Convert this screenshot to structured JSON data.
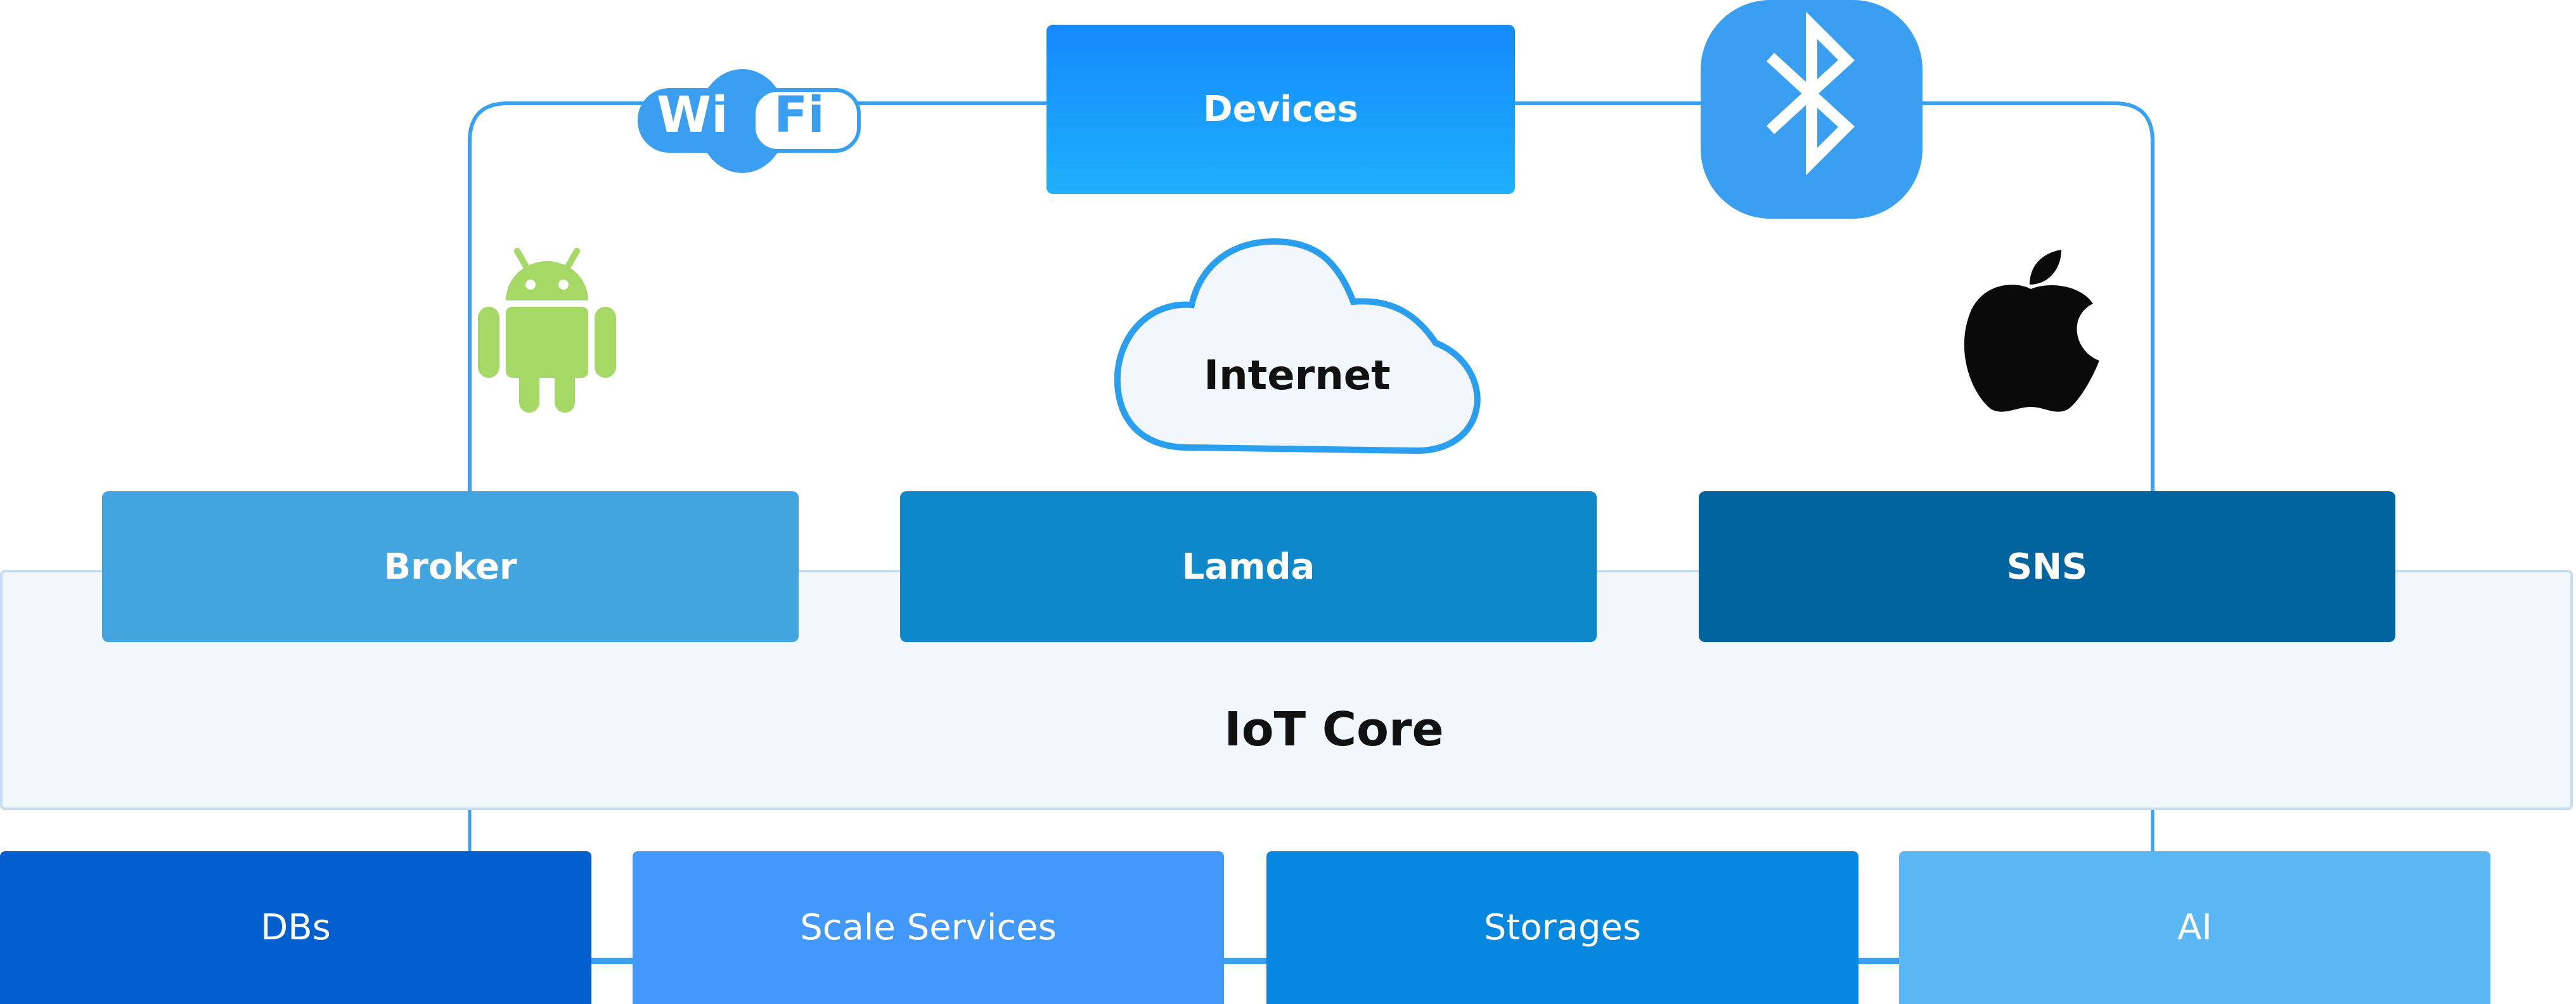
{
  "top": {
    "devices": "Devices",
    "wifi_left": "Wi",
    "wifi_right": "Fi"
  },
  "middle": {
    "internet": "Internet"
  },
  "services": [
    {
      "label": "Broker",
      "color": "#42a5df"
    },
    {
      "label": "Lamda",
      "color": "#0e88c9"
    },
    {
      "label": "SNS",
      "color": "#02649e"
    }
  ],
  "core": {
    "label": "IoT Core",
    "bg": "#f2f7fd",
    "border": "#c5dcf2"
  },
  "backend": [
    {
      "label": "DBs",
      "color": "#025fcd"
    },
    {
      "label": "Scale Services",
      "color": "#4299fb"
    },
    {
      "label": "Storages",
      "color": "#0687e0"
    },
    {
      "label": "AI",
      "color": "#5cb8f5"
    }
  ],
  "colors": {
    "line": "#3aa0f0",
    "devices_top": "#1489fc",
    "devices_bottom": "#1eb0fc",
    "bluetooth": "#3a9ff0",
    "android": "#a5d864",
    "apple": "#0a0a0a"
  },
  "icons": [
    "wifi-icon",
    "bluetooth-icon",
    "android-icon",
    "apple-icon",
    "cloud-icon"
  ]
}
